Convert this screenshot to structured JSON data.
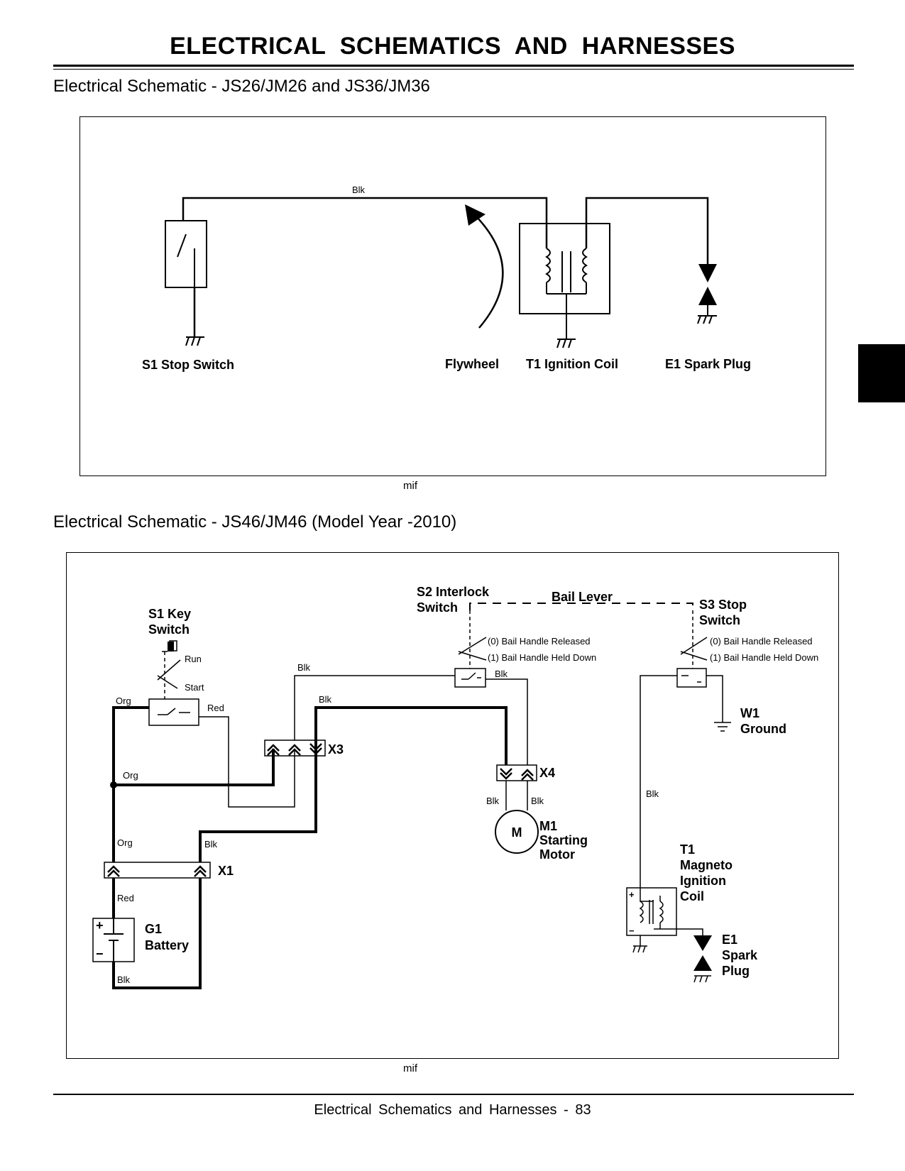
{
  "page": {
    "title": "ELECTRICAL   SCHEMATICS AND HARNESSES",
    "footer": "Electrical   Schematics and Harnesses  - 83"
  },
  "diagram1": {
    "heading": "Electrical Schematic - JS26/JM26 and JS36/JM36",
    "source_tag": "mif",
    "wire_label": "Blk",
    "components": {
      "stop_switch": "S1 Stop Switch",
      "flywheel": "Flywheel",
      "ignition_coil": "T1 Ignition Coil",
      "spark_plug": "E1 Spark Plug"
    }
  },
  "diagram2": {
    "heading": "Electrical Schematic - JS46/JM46 (Model Year -2010)",
    "source_tag": "mif",
    "key_switch": {
      "line1": "S1 Key",
      "line2": "Switch",
      "run": "Run",
      "start": "Start"
    },
    "interlock_switch": {
      "line1": "S2 Interlock",
      "line2": "Switch",
      "pos0": "(0) Bail Handle Released",
      "pos1": "(1) Bail Handle Held Down"
    },
    "bail_lever": "Bail Lever",
    "stop_switch": {
      "line1": "S3 Stop",
      "line2": "Switch",
      "pos0": "(0) Bail Handle Released",
      "pos1": "(1) Bail Handle Held Down"
    },
    "ground": {
      "line1": "W1",
      "line2": "Ground"
    },
    "connectors": {
      "x1": "X1",
      "x3": "X3",
      "x4": "X4"
    },
    "starting_motor": {
      "symbol": "M",
      "line1": "M1",
      "line2": "Starting",
      "line3": "Motor"
    },
    "battery": {
      "line1": "G1",
      "line2": "Battery",
      "plus": "+",
      "minus": "−"
    },
    "ignition_coil": {
      "line1": "T1",
      "line2": "Magneto",
      "line3": "Ignition",
      "line4": "Coil",
      "plus": "+",
      "minus": "−"
    },
    "spark_plug": {
      "line1": "E1",
      "line2": "Spark",
      "line3": "Plug"
    },
    "wire_labels": {
      "org_key": "Org",
      "red_key": "Red",
      "blk_x3_top": "Blk",
      "blk_x3_mid": "Blk",
      "blk_s2": "Blk",
      "org_junction": "Org",
      "blk_x4_left": "Blk",
      "blk_x4_right": "Blk",
      "blk_s3": "Blk",
      "org_x1": "Org",
      "blk_x1": "Blk",
      "red_battery": "Red",
      "blk_battery": "Blk"
    }
  }
}
